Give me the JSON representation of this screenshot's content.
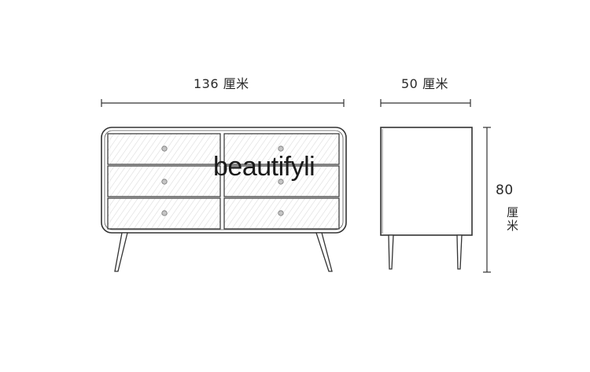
{
  "dimensions": {
    "width_label": "136 厘米",
    "depth_label": "50 厘米",
    "height_number": "80",
    "height_unit": "厘米"
  },
  "watermark": "beautifyli",
  "colors": {
    "line": "#333333",
    "drawer_fill": "#f4f4f4",
    "hatch": "#d0d0d0",
    "knob": "#b8b8b8"
  }
}
